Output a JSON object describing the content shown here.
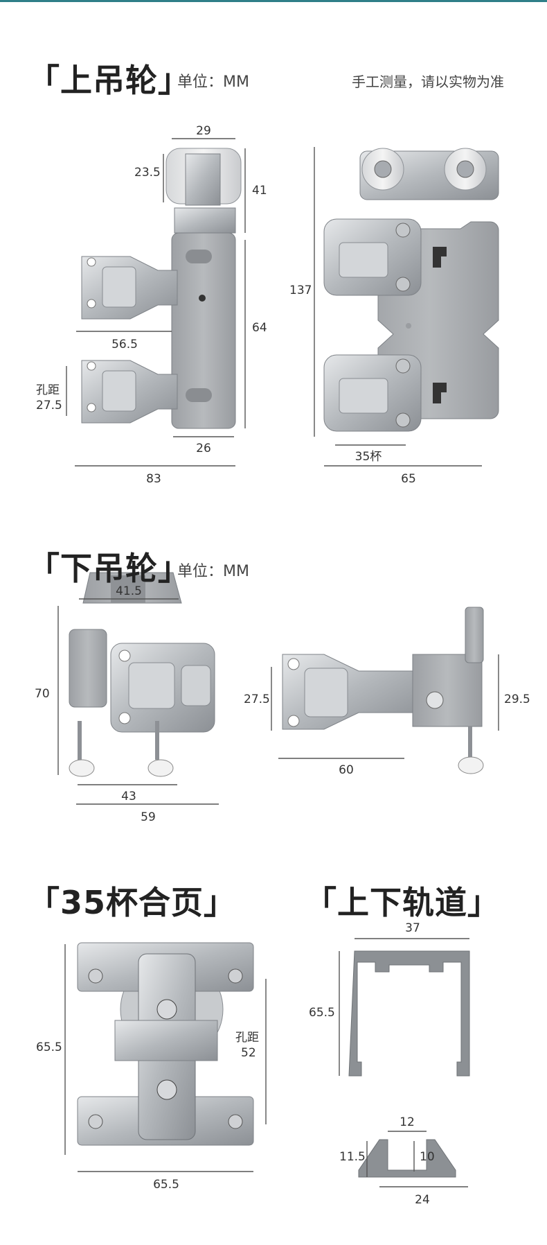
{
  "sections": [
    {
      "title": "「上吊轮」",
      "unit": "单位：MM",
      "note": "手工测量，请以实物为准"
    },
    {
      "title": "「下吊轮」",
      "unit": "单位：MM"
    },
    {
      "title": "「35杯合页」"
    },
    {
      "title": "「上下轨道」"
    }
  ],
  "upper_wheel": {
    "side": {
      "width_top": "29",
      "wheel_h": "23.5",
      "top_h": "41",
      "body_h": "64",
      "arm_len": "56.5",
      "hole_label": "孔距",
      "hole_val": "27.5",
      "base_w": "26",
      "total_w": "83"
    },
    "front": {
      "height": "137",
      "cup": "35杯",
      "width": "65"
    }
  },
  "lower_wheel": {
    "front": {
      "top_w": "41.5",
      "height": "70",
      "inner_w": "43",
      "total_w": "59"
    },
    "side": {
      "left_h": "27.5",
      "right_h": "29.5",
      "length": "60"
    }
  },
  "hinge": {
    "height": "65.5",
    "hole_label": "孔距",
    "hole_val": "52",
    "width": "65.5"
  },
  "track": {
    "upper_w": "37",
    "upper_h": "65.5",
    "lower_inner_w": "12",
    "lower_h": "11.5",
    "lower_inner_h": "10",
    "lower_w": "24"
  },
  "colors": {
    "metal": "#b9bcc0",
    "metal_dark": "#8e9296",
    "plastic": "#a6a9ac",
    "accent": "#2f7f88"
  }
}
